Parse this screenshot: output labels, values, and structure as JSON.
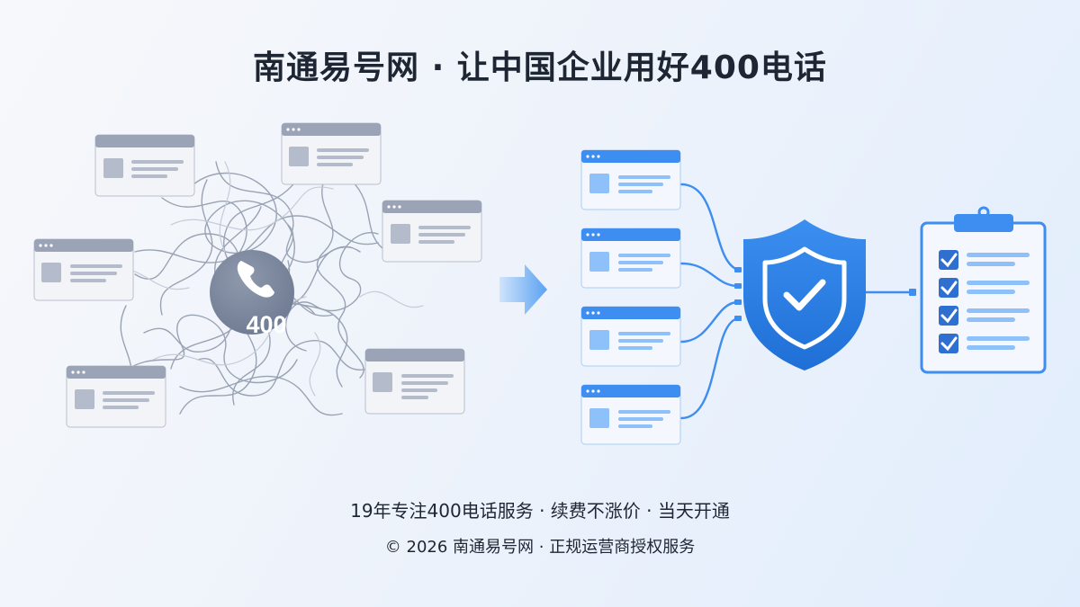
{
  "header": {
    "title": "南通易号网 · 让中国企业用好400电话"
  },
  "illustration": {
    "phone_badge_text": "400",
    "colors": {
      "gray_window": "#9aa4b6",
      "gray_dark": "#7f8aa0",
      "blue_accent": "#3d8ef0",
      "blue_light": "#8ec0fa",
      "shield_blue": "#2f86ea"
    }
  },
  "footer": {
    "tagline": "19年专注400电话服务 · 续费不涨价 · 当天开通",
    "copyright": "© 2026 南通易号网 · 正规运营商授权服务"
  }
}
